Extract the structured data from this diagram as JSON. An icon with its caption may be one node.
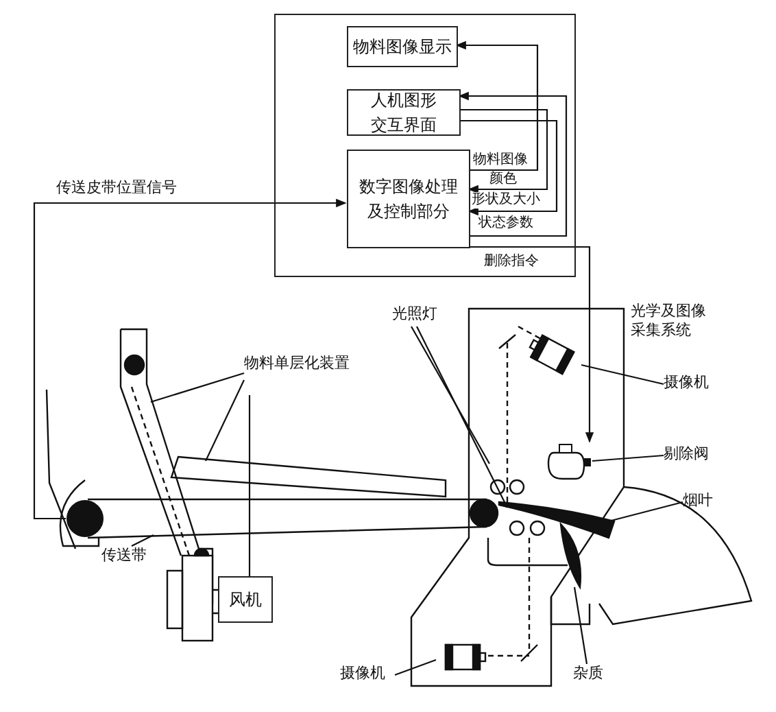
{
  "diagram": {
    "nodes": [
      {
        "text": [],
        "shape": "box"
      },
      {
        "text": [
          "物料图像显示"
        ],
        "in": 0
      },
      {
        "text": [
          "人机图形交互界面"
        ],
        "in": 0
      },
      {
        "text": [
          "数字图像处理及控制部分"
        ],
        "in": 0
      },
      {
        "text": [],
        "shape": "valve"
      },
      {
        "text": [
          "剔除阀"
        ]
      },
      {
        "text": [],
        "shape": "circle"
      },
      {
        "text": [
          "物料单层化装置"
        ]
      },
      {
        "text": [
          "风机"
        ]
      },
      {
        "text": [
          "光照灯"
        ]
      },
      {
        "text": [
          "摄像机"
        ]
      },
      {
        "text": [
          "烟叶"
        ]
      },
      {
        "text": [
          "杂质"
        ]
      },
      {
        "text": [
          "摄像机"
        ]
      },
      {
        "text": [
          "传送带"
        ]
      }
    ],
    "edges": [
      {
        "from": 3,
        "to": 1,
        "arrow": "to",
        "label": "物料图像"
      },
      {
        "from": 2,
        "to": 3,
        "arrow": "to",
        "label": "颜色"
      },
      {
        "from": 2,
        "to": 3,
        "arrow": "to",
        "label": "形状及大小"
      },
      {
        "from": 3,
        "to": 2,
        "arrow": "to",
        "label": "状态参数"
      },
      {
        "from": 6,
        "to": 3,
        "arrow": "to",
        "label": "传送皮带位置信号"
      },
      {
        "from": 3,
        "to": 4,
        "arrow": "to",
        "label": "删除指令"
      },
      {
        "from": 7,
        "to": null,
        "arrow": "none"
      },
      {
        "from": 7,
        "to": null,
        "arrow": "none"
      },
      {
        "from": 7,
        "to": 8,
        "arrow": "none"
      },
      {
        "from": 9,
        "to": null,
        "arrow": "none"
      },
      {
        "from": 9,
        "to": null,
        "arrow": "none"
      },
      {
        "from": 10,
        "to": null,
        "arrow": "none"
      },
      {
        "from": 5,
        "to": 4,
        "arrow": "none"
      },
      {
        "from": 11,
        "to": null,
        "arrow": "none"
      },
      {
        "from": 12,
        "to": null,
        "arrow": "none"
      },
      {
        "from": 13,
        "to": null,
        "arrow": "none"
      },
      {
        "from": 14,
        "to": null,
        "arrow": "none"
      }
    ],
    "labels": [
      "光学及图像采集系统"
    ]
  }
}
